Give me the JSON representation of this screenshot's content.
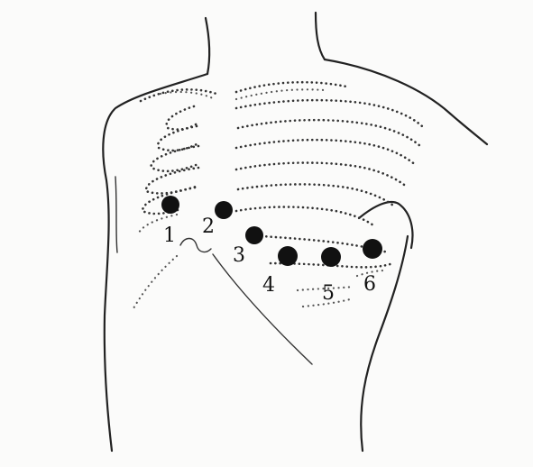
{
  "diagram": {
    "electrodes": [
      {
        "label": "1"
      },
      {
        "label": "2"
      },
      {
        "label": "3"
      },
      {
        "label": "4"
      },
      {
        "label": "5"
      },
      {
        "label": "6"
      }
    ]
  }
}
